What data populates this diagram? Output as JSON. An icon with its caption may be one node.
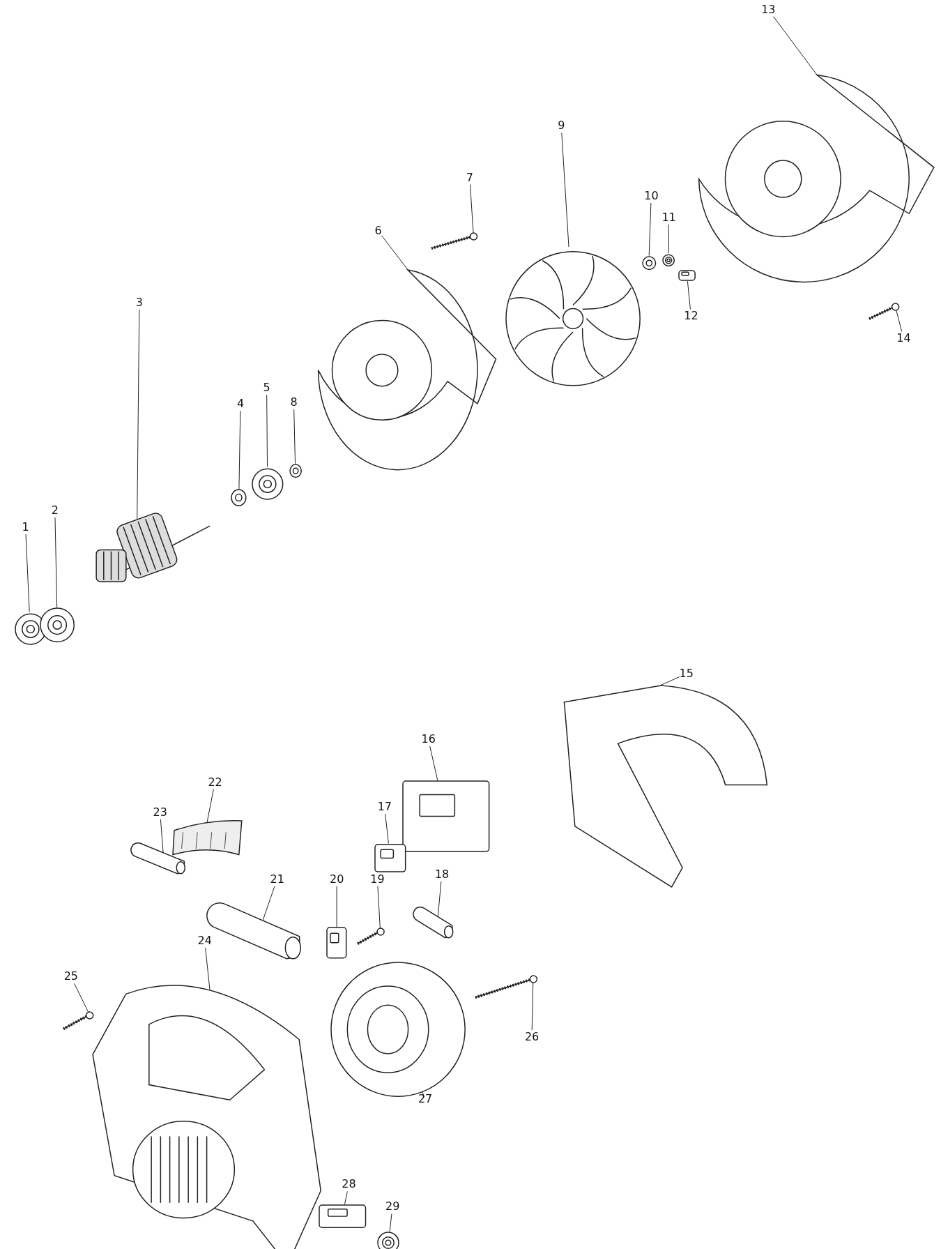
{
  "diagram": {
    "nodes": [
      {
        "text": [
          "1"
        ]
      },
      {
        "text": [],
        "shape": "picture"
      },
      {
        "text": [
          "2"
        ]
      },
      {
        "text": [],
        "shape": "picture"
      },
      {
        "text": [
          "3"
        ]
      },
      {
        "text": [],
        "shape": "picture"
      },
      {
        "text": [
          "4"
        ]
      },
      {
        "text": [],
        "shape": "picture"
      },
      {
        "text": [
          "5"
        ]
      },
      {
        "text": [],
        "shape": "picture"
      },
      {
        "text": [
          "6"
        ]
      },
      {
        "text": [],
        "shape": "picture"
      },
      {
        "text": [
          "7"
        ]
      },
      {
        "text": [],
        "shape": "picture"
      },
      {
        "text": [
          "8"
        ]
      },
      {
        "text": [],
        "shape": "picture"
      },
      {
        "text": [
          "9"
        ]
      },
      {
        "text": [],
        "shape": "picture"
      },
      {
        "text": [
          "10"
        ]
      },
      {
        "text": [],
        "shape": "picture"
      },
      {
        "text": [
          "11"
        ]
      },
      {
        "text": [],
        "shape": "picture"
      },
      {
        "text": [
          "12"
        ]
      },
      {
        "text": [],
        "shape": "picture"
      },
      {
        "text": [
          "13"
        ]
      },
      {
        "text": [],
        "shape": "picture"
      },
      {
        "text": [
          "14"
        ]
      },
      {
        "text": [],
        "shape": "picture"
      },
      {
        "text": [
          "15"
        ]
      },
      {
        "text": [],
        "shape": "picture"
      },
      {
        "text": [
          "16"
        ]
      },
      {
        "text": [],
        "shape": "picture"
      },
      {
        "text": [
          "17"
        ]
      },
      {
        "text": [],
        "shape": "picture"
      },
      {
        "text": [
          "18"
        ]
      },
      {
        "text": [],
        "shape": "picture"
      },
      {
        "text": [
          "19"
        ]
      },
      {
        "text": [],
        "shape": "picture"
      },
      {
        "text": [
          "20"
        ]
      },
      {
        "text": [],
        "shape": "picture"
      },
      {
        "text": [
          "21"
        ]
      },
      {
        "text": [],
        "shape": "picture"
      },
      {
        "text": [
          "22"
        ]
      },
      {
        "text": [],
        "shape": "picture"
      },
      {
        "text": [
          "23"
        ]
      },
      {
        "text": [],
        "shape": "picture"
      },
      {
        "text": [
          "24"
        ]
      },
      {
        "text": [],
        "shape": "picture"
      },
      {
        "text": [
          "25"
        ]
      },
      {
        "text": [],
        "shape": "picture"
      },
      {
        "text": [
          "26"
        ]
      },
      {
        "text": [],
        "shape": "picture"
      },
      {
        "text": [
          "27"
        ]
      },
      {
        "text": [],
        "shape": "picture"
      },
      {
        "text": [
          "28"
        ]
      },
      {
        "text": [],
        "shape": "picture"
      },
      {
        "text": [
          "29"
        ]
      },
      {
        "text": [],
        "shape": "picture"
      }
    ],
    "edges": [
      {
        "from": 0,
        "to": 1,
        "arrow": "none"
      },
      {
        "from": 2,
        "to": 3,
        "arrow": "none"
      },
      {
        "from": 4,
        "to": 5,
        "arrow": "none"
      },
      {
        "from": 6,
        "to": 7,
        "arrow": "none"
      },
      {
        "from": 8,
        "to": 9,
        "arrow": "none"
      },
      {
        "from": 10,
        "to": 11,
        "arrow": "none"
      },
      {
        "from": 12,
        "to": 13,
        "arrow": "none"
      },
      {
        "from": 14,
        "to": 15,
        "arrow": "none"
      },
      {
        "from": 16,
        "to": 17,
        "arrow": "none"
      },
      {
        "from": 18,
        "to": 19,
        "arrow": "none"
      },
      {
        "from": 20,
        "to": 21,
        "arrow": "none"
      },
      {
        "from": 22,
        "to": 23,
        "arrow": "none"
      },
      {
        "from": 24,
        "to": 25,
        "arrow": "none"
      },
      {
        "from": 26,
        "to": 27,
        "arrow": "none"
      },
      {
        "from": 28,
        "to": 29,
        "arrow": "none"
      },
      {
        "from": 30,
        "to": 31,
        "arrow": "none"
      },
      {
        "from": 32,
        "to": 33,
        "arrow": "none"
      },
      {
        "from": 34,
        "to": 35,
        "arrow": "none"
      },
      {
        "from": 36,
        "to": 37,
        "arrow": "none"
      },
      {
        "from": 38,
        "to": 39,
        "arrow": "none"
      },
      {
        "from": 40,
        "to": 41,
        "arrow": "none"
      },
      {
        "from": 42,
        "to": 43,
        "arrow": "none"
      },
      {
        "from": 44,
        "to": 45,
        "arrow": "none"
      },
      {
        "from": 46,
        "to": 47,
        "arrow": "none"
      },
      {
        "from": 48,
        "to": 49,
        "arrow": "none"
      },
      {
        "from": 50,
        "to": 51,
        "arrow": "none"
      },
      {
        "from": 52,
        "to": 53,
        "arrow": "none"
      },
      {
        "from": 54,
        "to": 55,
        "arrow": "none"
      },
      {
        "from": 56,
        "to": 57,
        "arrow": "none"
      }
    ]
  }
}
